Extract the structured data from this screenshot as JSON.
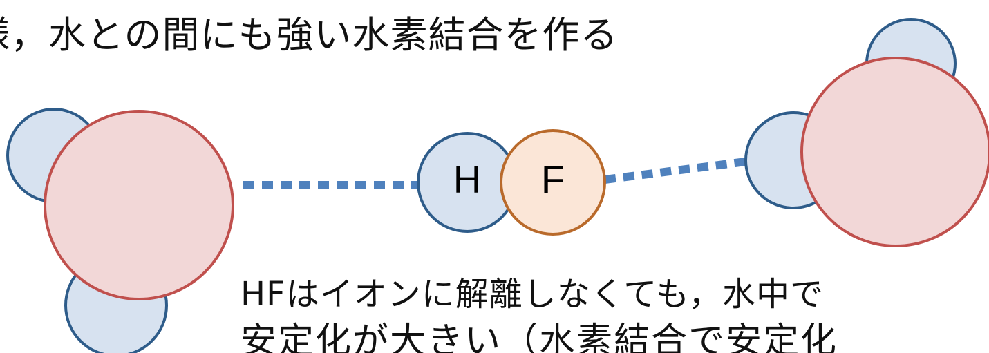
{
  "captions": {
    "top": "様，水との間にも強い水素結合を作る",
    "note_line_1": "HFはイオンに解離しなくても，水中で",
    "note_line_2": "安定化が大きい（水素結合で安定化"
  },
  "molecule": {
    "hydrogen_symbol": "H",
    "fluorine_symbol": "F"
  },
  "colors": {
    "hydrogen_fill": "#d7e2f0",
    "hydrogen_stroke": "#2e5c8a",
    "oxygen_fill": "#f2d7d7",
    "oxygen_stroke": "#c0504d",
    "fluorine_fill": "#fbe6d7",
    "fluorine_stroke": "#b96a2b",
    "hbond": "#4f81bd"
  },
  "icons": {
    "left_water": "water-molecule-icon",
    "right_water": "water-molecule-icon",
    "hf": "hf-molecule-icon"
  }
}
